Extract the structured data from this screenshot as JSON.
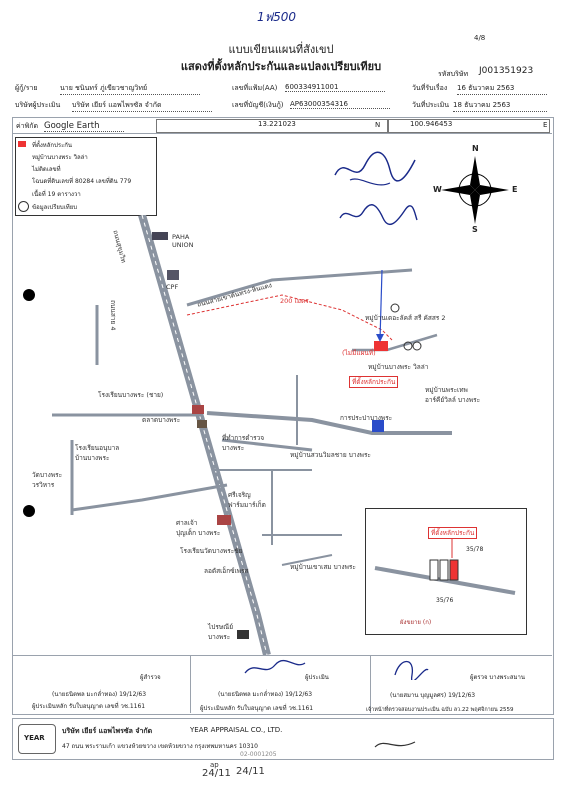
{
  "handwritten_top": "1ฟ500",
  "page_number": "4/8",
  "title_line1": "แบบเขียนแผนที่สังเขป",
  "title_line2": "แสดงที่ตั้งหลักประกันและแปลงเปรียบเทียบ",
  "company_code_label": "รหัสบริษัท",
  "company_code": "J001351923",
  "header": {
    "requester_label": "ผู้กู้/ราย",
    "requester_value": "นาย ชนินทร์ ภู่เขียวชาญวิทย์",
    "file_no_label": "เลขที่แฟ้ม(AA)",
    "file_no_value": "600334911001",
    "receive_date_label": "วันที่รับเรื่อง",
    "receive_date_value": "16 ธันวาคม 2563",
    "appraiser_co_label": "บริษัทผู้ประเมิน",
    "appraiser_co_value": "บริษัท เยียร์ แอพไพรซัล จำกัด",
    "account_label": "เลขที่บัญชี(เงินกู้)",
    "account_value": "AP63000354316",
    "survey_date_label": "วันที่ประเมิน",
    "survey_date_value": "18 ธันวาคม 2563",
    "coord_label": "ค่าพิกัด",
    "coord_source": "Google Earth",
    "coord_n": "13.221023",
    "coord_n_suffix": "N",
    "coord_e": "100.946453",
    "coord_e_suffix": "E"
  },
  "legend": {
    "item1": "ที่ตั้งหลักประกัน",
    "item2": "หมู่บ้านบางพระ วิลล่า",
    "item3": "ไม่ติดเลขที่",
    "item4_prefix": "โฉนดที่ดินเลขที่",
    "item4_deed": "80284",
    "item4_mid": "เลขที่ดิน",
    "item4_land": "779",
    "item5_prefix": "เนื้อที่",
    "item5_value": "19",
    "item5_unit": "ตารางวา",
    "item6": "ข้อมูลเปรียบเทียบ"
  },
  "compass": {
    "n": "N",
    "s": "S",
    "e": "E",
    "w": "W"
  },
  "map_labels": {
    "paha_union": "PAHA\nUNION",
    "cpf": "CPF",
    "road_sukhumvit": "ถนนสุขุมวิท",
    "road_khaokham": "ถนนสายเขาคันทรง-หินแดง",
    "road_left": "ถนนสาย 4",
    "village_3": "หมู่บ้านเดอะลัคส์ สรี คัสสร 2",
    "village_1": "หมู่บ้านบางพระ วิลล่า",
    "collateral": "ที่ตั้งหลักประกัน",
    "pin_labels": "(ไม่มีแผนที่)",
    "school_bangphra": "โรงเรียนบางพระ (ชาย)",
    "market": "ตลาดบางพระ",
    "pea": "การประปาบางพระ",
    "village_phrakot": "หมู่บ้านพระเทพ\nอาร์คีย์วิลล์ บางพระ",
    "school_anuban": "โรงเรียนอนุบาล\nบ้านบางพระ",
    "temple": "วัดบางพระ\nวรวิหาร",
    "police": "ที่ทำการตำรวจ\nบางพระ",
    "village_suan": "หมู่บ้านสวนวิมลชาย บางพระ",
    "hospital": "ศรีเจริญ\nฟาร์มมาร์เก็ต",
    "school_temple": "ศาลเจ้า\nปุญเต็ก บางพระ",
    "school_thai": "โรงเรียนวัดบางพระชัย",
    "supermarket": "ลอตัสเอ็กซ์เพรส",
    "village_khao": "หมู่บ้านเขาเสม บางพระ",
    "post_office": "ไปรษณีย์\nบางพระ",
    "top_road_dist": "200 เมตร"
  },
  "inset": {
    "label_collateral": "ที่ตั้งหลักประกัน",
    "num_top": "35/78",
    "num_bottom": "35/76",
    "direction": "ผังขยาย (ก)"
  },
  "signatures": {
    "surveyor_role": "ผู้สำรวจ",
    "surveyor_name": "(นายธนิตพล มะกล่ำทอง) 19/12/63",
    "surveyor_license": "ผู้ประเมินหลัก รับใบอนุญาต เลขที่ วช.1161",
    "approver_role": "ผู้ประเมิน",
    "approver_name": "(นายธนิตพล มะกล่ำทอง) 19/12/63",
    "approver_license": "ผู้ประเมินหลัก รับใบอนุญาต เลขที่ วช.1161",
    "reviewer_role": "ผู้ตรวจ บางพระสมาน",
    "reviewer_name": "(นายสมาน บุญมูลศร) 19/12/63",
    "reviewer_license": "เจ้าหน้าที่ตรวจสอบงานประเมิน ฉบับ ลว.22 พฤศจิกายน 2559"
  },
  "footer": {
    "company_th": "บริษัท เยียร์ แอพไพรซัล จำกัด",
    "company_en": "YEAR APPRAISAL CO., LTD.",
    "address": "47 ถนน พระรามเก้า แขวงห้วยขวาง เขตห้วยขวาง กรุงเทพมหานคร 10310",
    "phone": "02-0001205",
    "logo_text": "YEAR",
    "hand_date1": "24/11",
    "hand_date2": "24/11",
    "hand_up": "ap"
  }
}
